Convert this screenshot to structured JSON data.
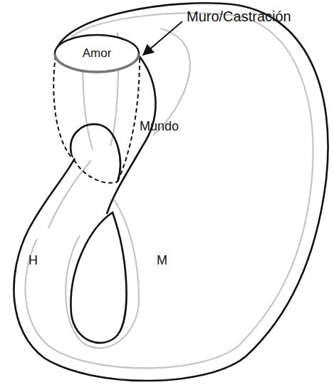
{
  "diagram": {
    "nodes": [
      {
        "text": [
          "Amor"
        ]
      }
    ],
    "labels": [
      "Muro/Castración",
      "Mundo",
      "H",
      "M"
    ]
  }
}
